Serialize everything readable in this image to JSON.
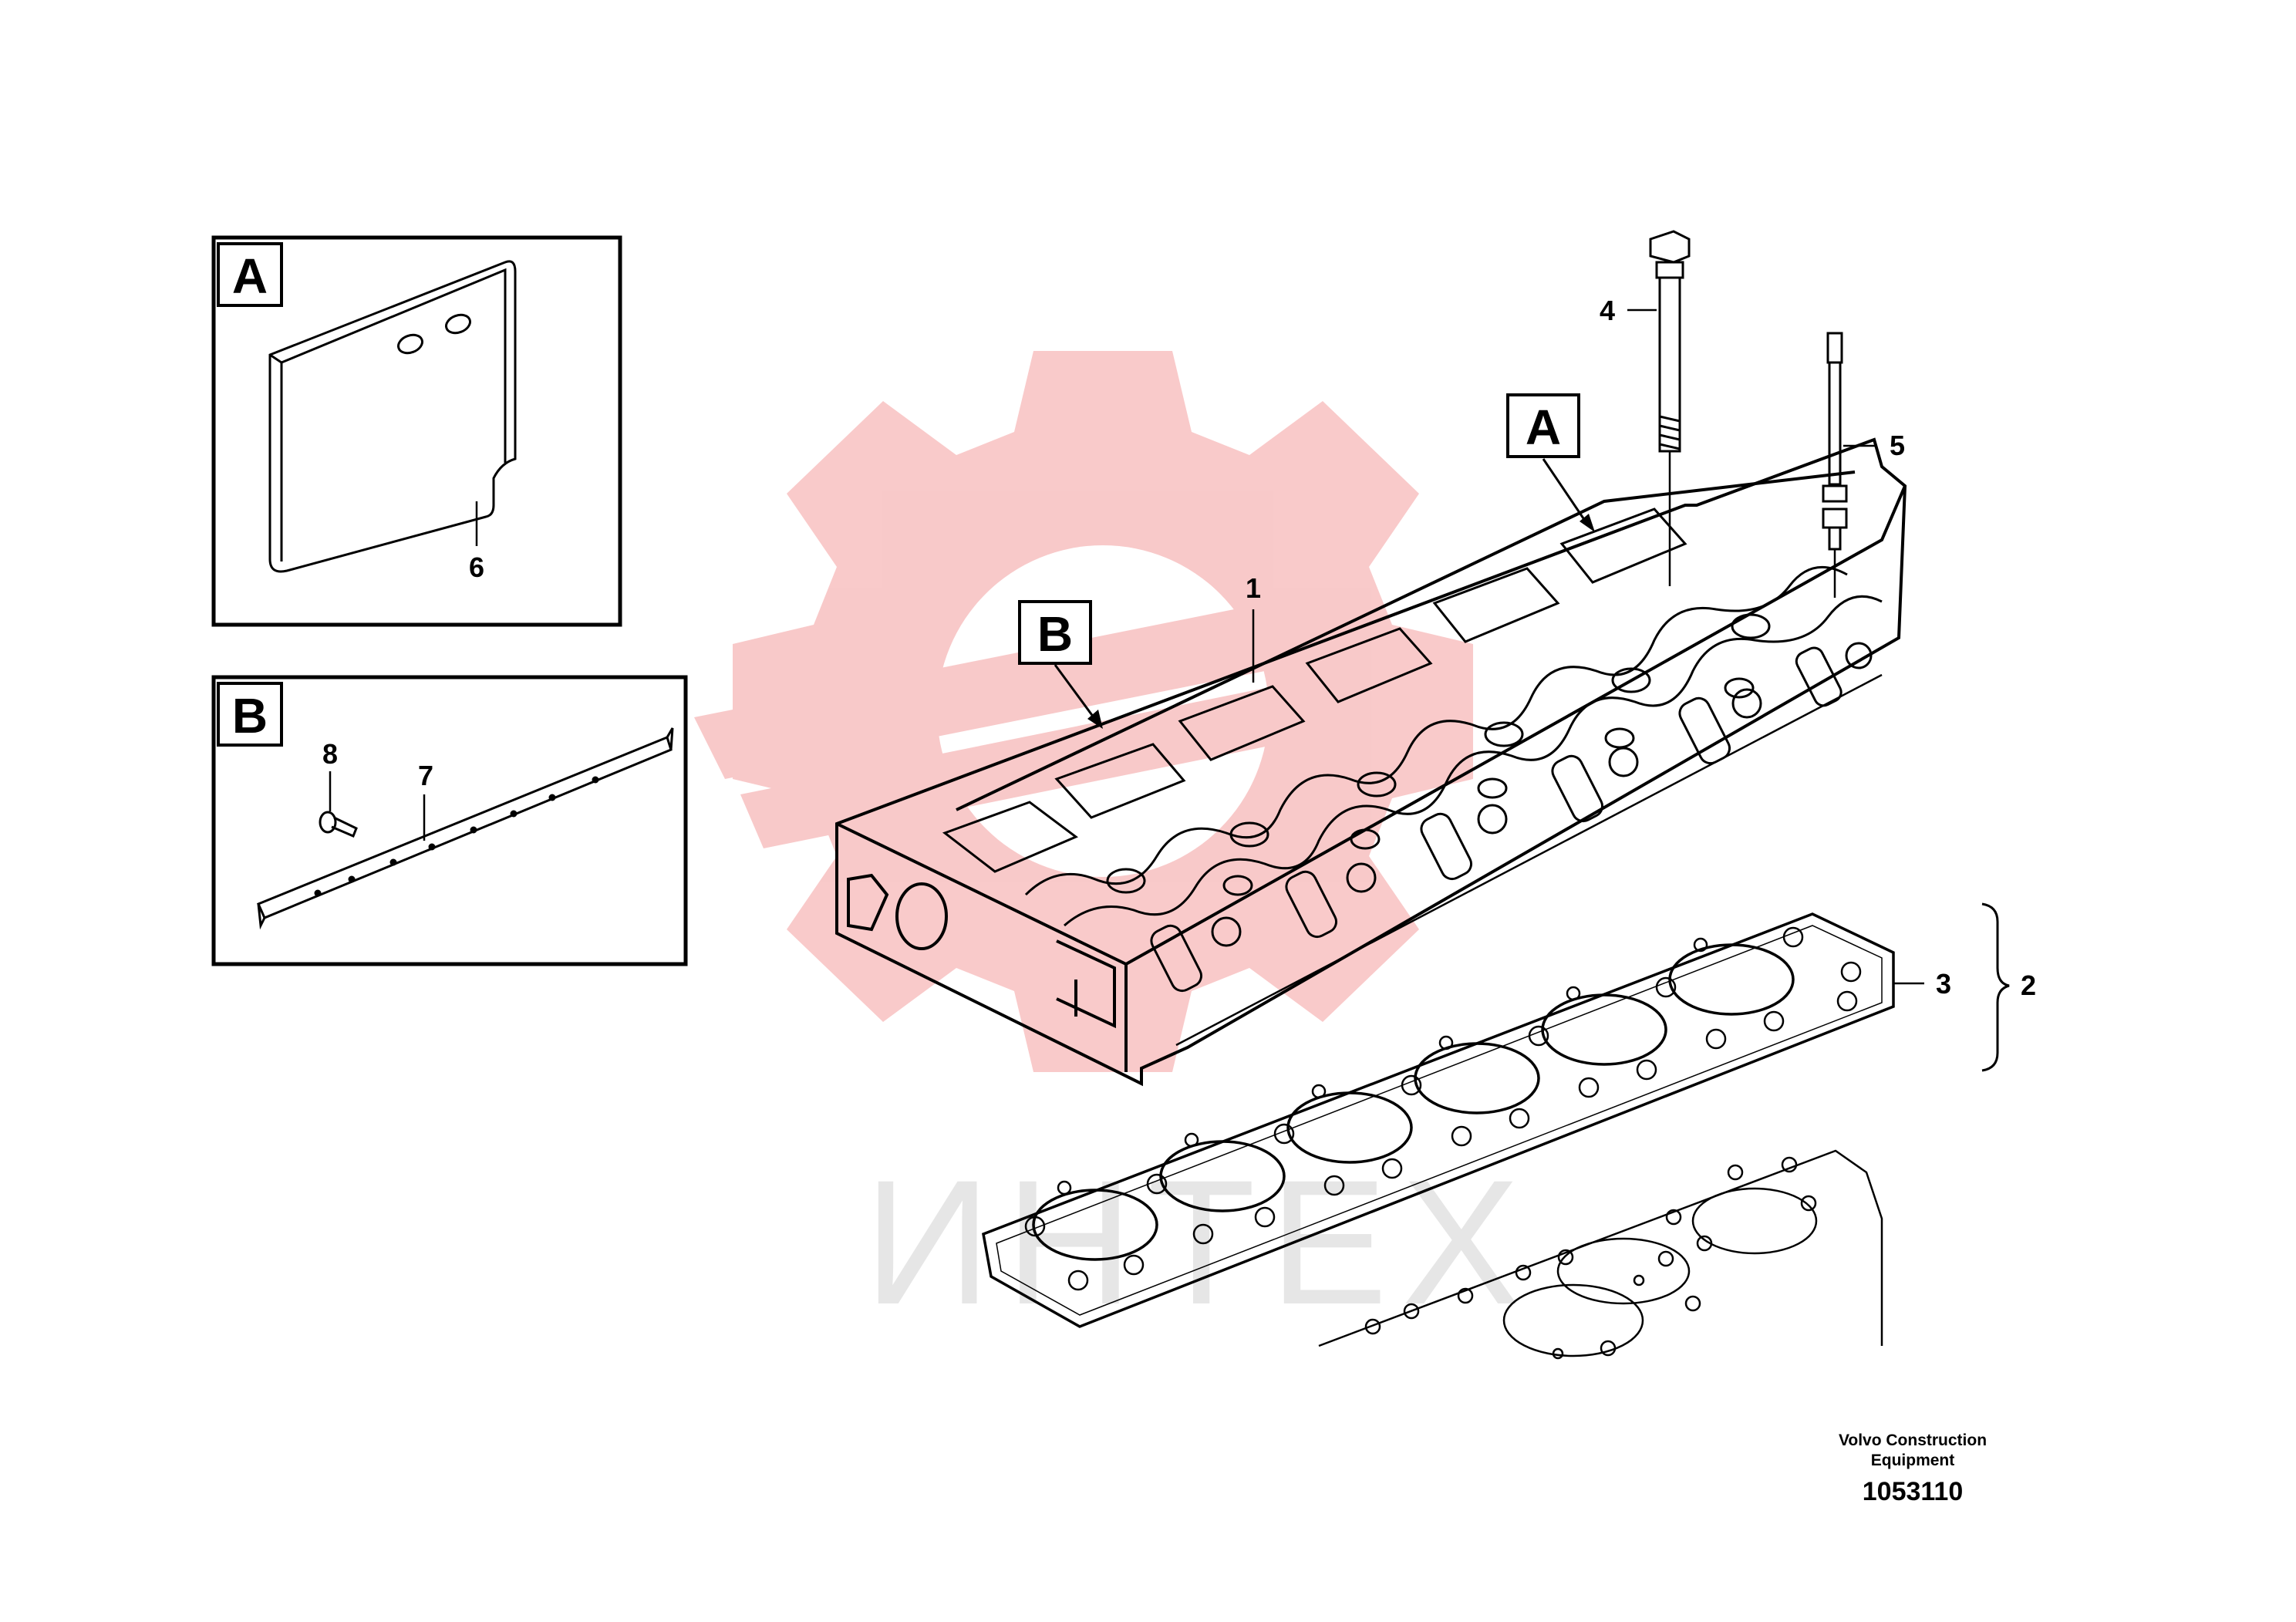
{
  "insets": [
    {
      "letter": "A",
      "part": "6"
    },
    {
      "letter": "B",
      "parts": [
        "8",
        "7"
      ]
    }
  ],
  "callouts": {
    "view_a": "A",
    "view_b": "B",
    "p1": "1",
    "p2": "2",
    "p3": "3",
    "p4": "4",
    "p5": "5"
  },
  "watermark": {
    "text": "ИНТЕХ",
    "color": "#f4a0a0"
  },
  "footer": {
    "company_line1": "Volvo Construction",
    "company_line2": "Equipment",
    "drawing_number": "1053110"
  }
}
